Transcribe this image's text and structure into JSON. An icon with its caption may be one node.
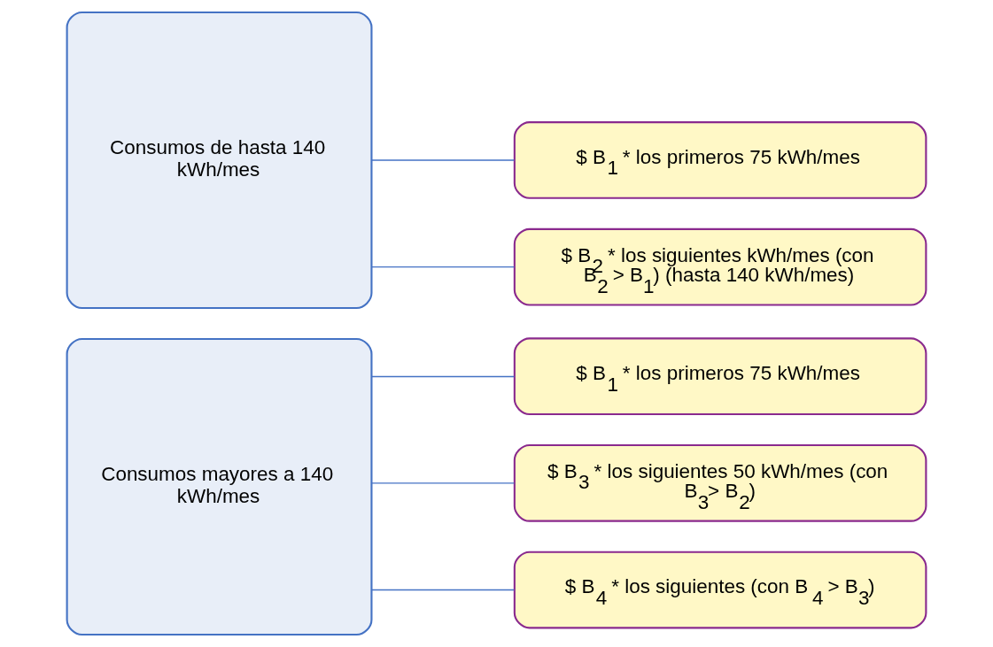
{
  "diagram": {
    "nodes": [
      {
        "text": [
          "Consumos de hasta 140 kWh/mes"
        ]
      },
      {
        "text": [
          "$ B$_{1}$ * los primeros 75 kWh/mes"
        ]
      },
      {
        "text": [
          "$ B$_{2}$ * los siguientes kWh/mes (con B$_{2}$ > B$_{1}$) (hasta 140 kWh/mes)"
        ]
      },
      {
        "text": [
          "Consumos mayores a 140 kWh/mes"
        ]
      },
      {
        "text": [
          "$ B$_{1}$ * los primeros 75 kWh/mes"
        ]
      },
      {
        "text": [
          "$ B$_{3}$ * los siguientes 50 kWh/mes (con B$_{3}$> B$_{2}$)"
        ]
      },
      {
        "text": [
          "$ B$_{4}$ * los siguientes (con B$_{4}$ > B$_{3}$)"
        ]
      }
    ],
    "edges": [
      {
        "from": 0,
        "to": 1,
        "arrow": "none"
      },
      {
        "from": 0,
        "to": 2,
        "arrow": "none"
      },
      {
        "from": 3,
        "to": 4,
        "arrow": "none"
      },
      {
        "from": 3,
        "to": 5,
        "arrow": "none"
      },
      {
        "from": 3,
        "to": 6,
        "arrow": "none"
      }
    ]
  }
}
